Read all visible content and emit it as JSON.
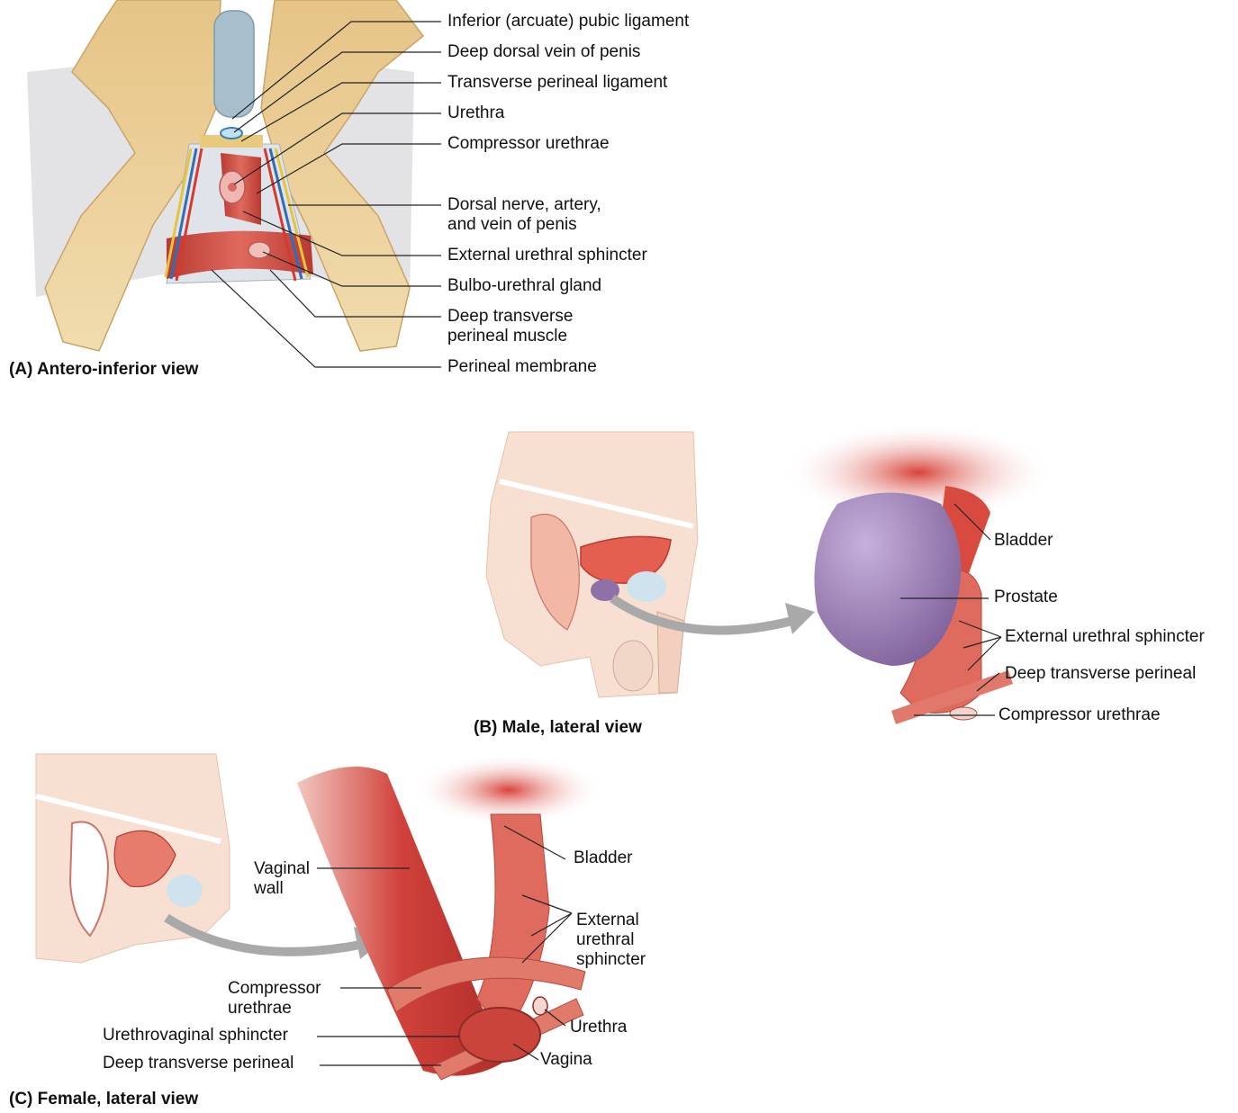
{
  "panel_a": {
    "caption": "(A) Antero-inferior view",
    "labels": {
      "inferior_pubic_ligament": "Inferior (arcuate) pubic ligament",
      "deep_dorsal_vein": "Deep dorsal vein of penis",
      "transverse_perineal_ligament": "Transverse perineal ligament",
      "urethra": "Urethra",
      "compressor_urethrae": "Compressor urethrae",
      "dorsal_nerve": "Dorsal nerve, artery,\nand vein of penis",
      "external_urethral_sphincter": "External urethral sphincter",
      "bulbo_urethral_gland": "Bulbo-urethral gland",
      "deep_transverse_perineal_muscle": "Deep transverse\nperineal muscle",
      "perineal_membrane": "Perineal membrane"
    }
  },
  "panel_b": {
    "caption": "(B) Male, lateral view",
    "labels": {
      "bladder": "Bladder",
      "prostate": "Prostate",
      "external_urethral_sphincter": "External urethral sphincter",
      "deep_transverse_perineal": "Deep transverse perineal",
      "compressor_urethrae": "Compressor urethrae"
    }
  },
  "panel_c": {
    "caption": "(C) Female, lateral view",
    "labels": {
      "vaginal_wall": "Vaginal\nwall",
      "bladder": "Bladder",
      "external_urethral_sphincter": "External\nurethral\nsphincter",
      "compressor_urethrae": "Compressor\nurethrae",
      "urethra": "Urethra",
      "urethrovaginal_sphincter": "Urethrovaginal sphincter",
      "vagina": "Vagina",
      "deep_transverse_perineal": "Deep transverse perineal"
    }
  },
  "colors": {
    "bone": "#e9c98c",
    "muscle": "#c9433a",
    "prostate": "#8d71a8",
    "ligament": "#9fb8c6",
    "skin": "#f6dccb",
    "arrow": "#a9a9a9"
  }
}
